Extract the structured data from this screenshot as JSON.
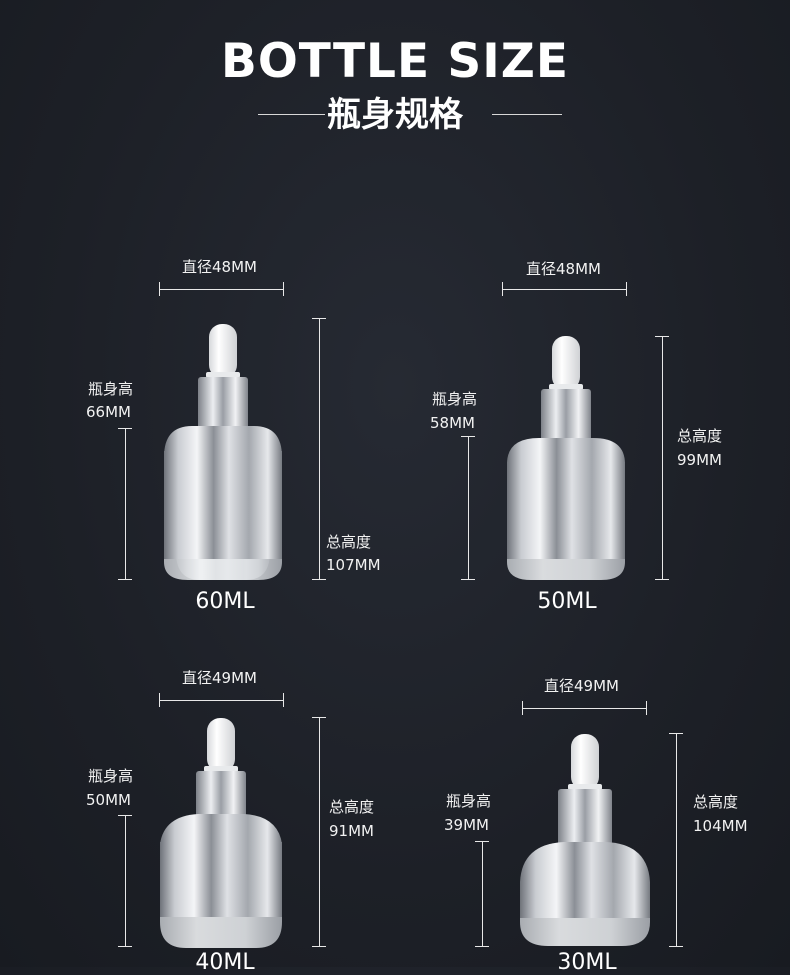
{
  "header": {
    "title": "BOTTLE SIZE",
    "subtitle": "瓶身规格"
  },
  "bottles": [
    {
      "capacity": "60ML",
      "diameter": "直径48MM",
      "body_height_label": "瓶身高",
      "body_height": "66MM",
      "total_height_label": "总高度",
      "total_height": "107MM"
    },
    {
      "capacity": "50ML",
      "diameter": "直径48MM",
      "body_height_label": "瓶身高",
      "body_height": "58MM",
      "total_height_label": "总高度",
      "total_height": "99MM"
    },
    {
      "capacity": "40ML",
      "diameter": "直径49MM",
      "body_height_label": "瓶身高",
      "body_height": "50MM",
      "total_height_label": "总高度",
      "total_height": "91MM"
    },
    {
      "capacity": "30ML",
      "diameter": "直径49MM",
      "body_height_label": "瓶身高",
      "body_height": "39MM",
      "total_height_label": "总高度",
      "total_height": "104MM"
    }
  ],
  "colors": {
    "background": "#1d2027",
    "text": "#ffffff",
    "silver": "#c9cdd3"
  }
}
